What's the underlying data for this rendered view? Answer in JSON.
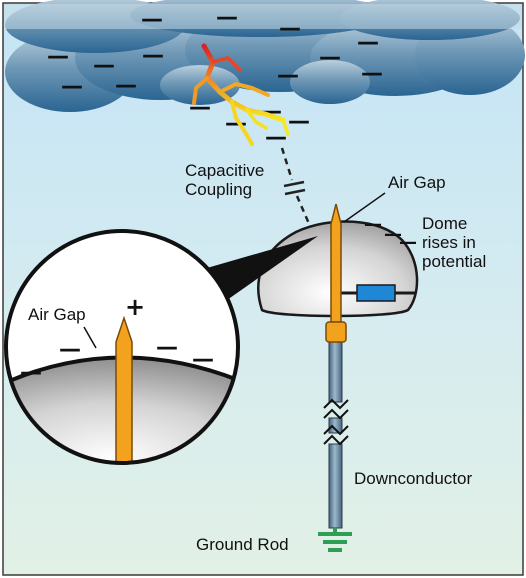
{
  "labels": {
    "capacitive_line1": "Capacitive",
    "capacitive_line2": "Coupling",
    "air_gap_main": "Air Gap",
    "dome_line1": "Dome",
    "dome_line2": "rises in",
    "dome_line3": "potential",
    "air_gap_inset": "Air Gap",
    "downconductor": "Downconductor",
    "ground_rod": "Ground Rod"
  },
  "signs": {
    "minus": "—",
    "plus": "+"
  },
  "colors": {
    "sky_top": "#c7e6f7",
    "sky_bottom": "#dff0e8",
    "cloud_dark": "#2c6a96",
    "cloud_light": "#8fb3cb",
    "terminal_orange": "#f2a21c",
    "dome_gray": "#c4c4c4",
    "rod_steel": "#6f8da6",
    "resistor_blue": "#1e88d6",
    "ground_green": "#2e9e55",
    "lightning_red": "#d8202a",
    "lightning_yellow": "#f7e21f"
  },
  "icons": [
    "lightning-bolt-icon",
    "ground-symbol-icon",
    "resistor-icon"
  ]
}
